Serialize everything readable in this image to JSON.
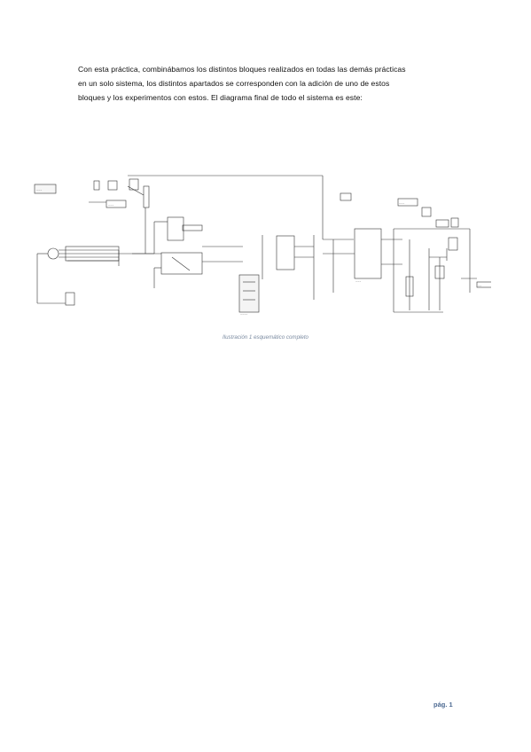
{
  "document": {
    "paragraph_lines": [
      "Con esta práctica, combinábamos los distintos bloques realizados en todas las demás prácticas",
      "en un solo sistema, los distintos apartados se corresponden con la adición de uno de estos",
      "bloques y los experimentos con estos. El diagrama final de todo el sistema es este:"
    ],
    "figure_caption": "Ilustración 1 esquemático completo",
    "page_number": "pág. 1"
  }
}
